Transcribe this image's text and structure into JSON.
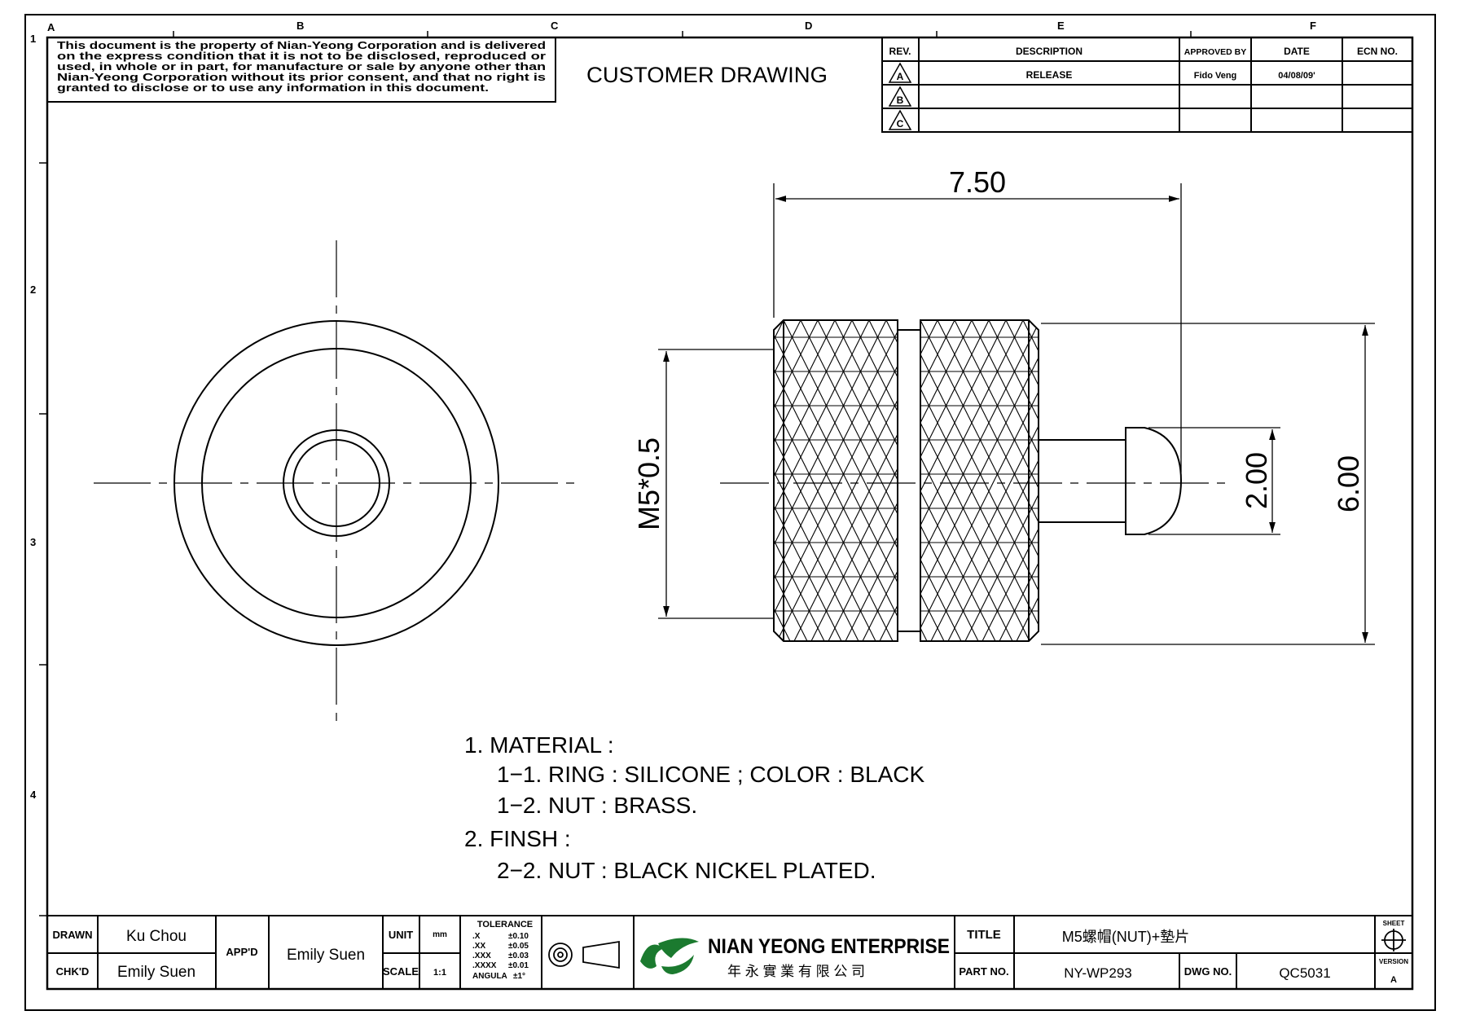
{
  "border": {
    "columns": [
      "A",
      "B",
      "C",
      "D",
      "E",
      "F"
    ],
    "rows": [
      "1",
      "2",
      "3",
      "4"
    ]
  },
  "notice": {
    "lines": [
      "This document is the property of Nian-Yeong Corporation and is delivered",
      "on  the  express condition that it is not to be disclosed, reproduced or",
      "used, in whole or in part, for manufacture or sale by anyone other than",
      "Nian-Yeong Corporation without  its prior consent, and that  no right  is",
      "granted to disclose or to use any information in this  document."
    ]
  },
  "title_block_heading": "CUSTOMER  DRAWING",
  "revision_table": {
    "headers": [
      "REV.",
      "DESCRIPTION",
      "APPROVED BY",
      "DATE",
      "ECN NO."
    ],
    "rows": [
      {
        "rev": "A",
        "description": "RELEASE",
        "approved_by": "Fido Veng",
        "date": "04/08/09'",
        "ecn": ""
      },
      {
        "rev": "B",
        "description": "",
        "approved_by": "",
        "date": "",
        "ecn": ""
      },
      {
        "rev": "C",
        "description": "",
        "approved_by": "",
        "date": "",
        "ecn": ""
      }
    ]
  },
  "dimensions": {
    "length": "7.50",
    "thread": "M5*0.5",
    "tip_diameter": "2.00",
    "outer_diameter": "6.00"
  },
  "notes": [
    "1.  MATERIAL  :",
    "1−1.  RING  :  SILICONE  ;  COLOR  :  BLACK",
    "1−2.  NUT  :  BRASS.",
    "2.  FINSH  :",
    "2−2.  NUT  :  BLACK  NICKEL  PLATED."
  ],
  "title_block": {
    "drawn_label": "DRAWN",
    "drawn_value": "Ku Chou",
    "chkd_label": "CHK'D",
    "chkd_value": "Emily Suen",
    "appd_label": "APP'D",
    "appd_value": "Emily Suen",
    "unit_label": "UNIT",
    "unit_value": "mm",
    "scale_label": "SCALE",
    "scale_value": "1:1",
    "tolerance_title": "TOLERANCE",
    "tolerances": [
      {
        "k": ".X",
        "v": "±0.10"
      },
      {
        "k": ".XX",
        "v": "±0.05"
      },
      {
        "k": ".XXX",
        "v": "±0.03"
      },
      {
        "k": ".XXXX",
        "v": "±0.01"
      },
      {
        "k": "ANGULA",
        "v": "±1°"
      }
    ],
    "company_name": "NIAN YEONG ENTERPRISE",
    "company_name_cn": "年 永 實 業 有 限 公 司",
    "title_label": "TITLE",
    "title_value": "M5螺帽(NUT)+墊片",
    "part_no_label": "PART NO.",
    "part_no_value": "NY-WP293",
    "dwg_no_label": "DWG NO.",
    "dwg_no_value": "QC5031",
    "sheet_label": "SHEET",
    "version_label": "VERSION",
    "version_value": "A"
  }
}
